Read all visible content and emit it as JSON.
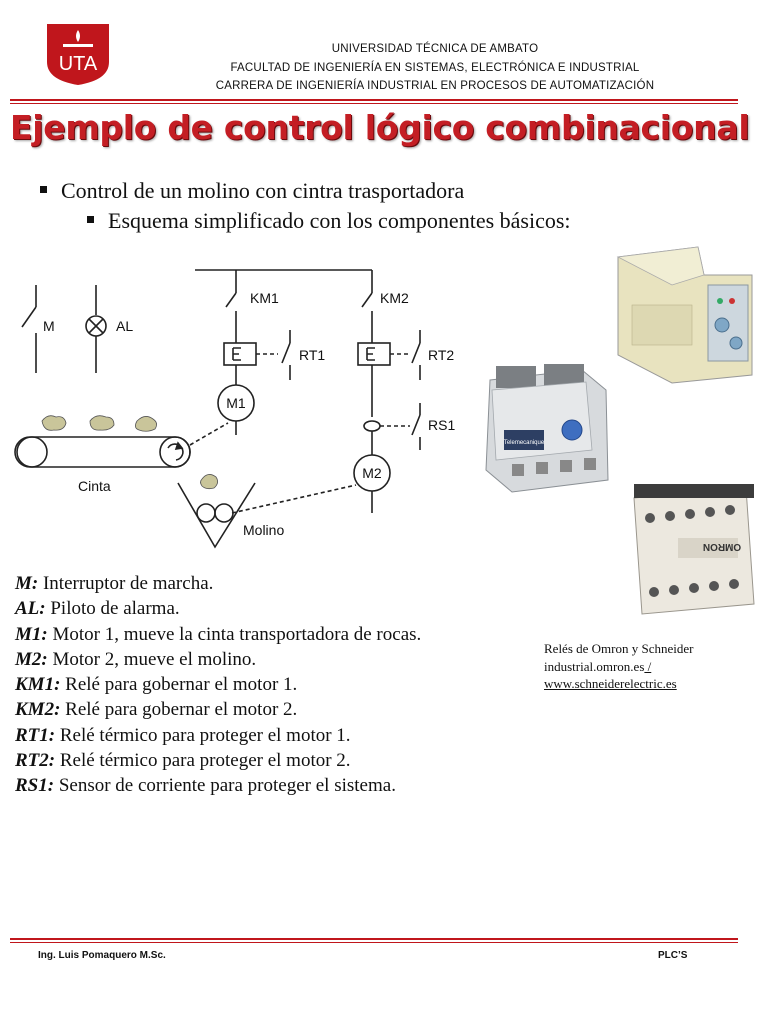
{
  "header": {
    "logo_text": "UTA",
    "university": "UNIVERSIDAD TÉCNICA DE AMBATO",
    "faculty": "FACULTAD DE INGENIERÍA EN SISTEMAS, ELECTRÓNICA E INDUSTRIAL",
    "career": "CARRERA DE INGENIERÍA INDUSTRIAL EN PROCESOS DE AUTOMATIZACIÓN",
    "accent_color": "#c0161c"
  },
  "title": "Ejemplo de control lógico combinacional",
  "bullets": [
    "Control de un molino con cintra trasportadora",
    "Esquema simplificado con los componentes básicos:"
  ],
  "diagram": {
    "labels": {
      "M": "M",
      "AL": "AL",
      "KM1": "KM1",
      "KM2": "KM2",
      "RT1": "RT1",
      "RT2": "RT2",
      "RS1": "RS1",
      "M1": "M1",
      "M2": "M2",
      "cinta": "Cinta",
      "molino": "Molino"
    }
  },
  "definitions": [
    {
      "term": "M:",
      "desc": " Interruptor de marcha."
    },
    {
      "term": "AL:",
      "desc": " Piloto de alarma."
    },
    {
      "term": "M1:",
      "desc": " Motor 1, mueve la cinta transportadora de rocas."
    },
    {
      "term": "M2:",
      "desc": " Motor 2, mueve el molino."
    },
    {
      "term": "KM1:",
      "desc": " Relé para gobernar el motor 1."
    },
    {
      "term": "KM2:",
      "desc": " Relé para gobernar el motor 2."
    },
    {
      "term": "RT1:",
      "desc": " Relé térmico para proteger el motor 1."
    },
    {
      "term": "RT2:",
      "desc": " Relé térmico para proteger el motor 2."
    },
    {
      "term": "RS1:",
      "desc": " Sensor de corriente para proteger el sistema."
    }
  ],
  "photo_labels": {
    "schneider_brand": "Telemecanique",
    "omron_brand": "OMRON"
  },
  "credit": {
    "line1": "Relés de Omron y Schneider",
    "line2": "industrial.omron.es",
    "sep": " /",
    "line3": "www.schneiderelectric.es"
  },
  "footer": {
    "author": "Ing. Luis Pomaquero M.Sc.",
    "course": "PLC’S"
  }
}
